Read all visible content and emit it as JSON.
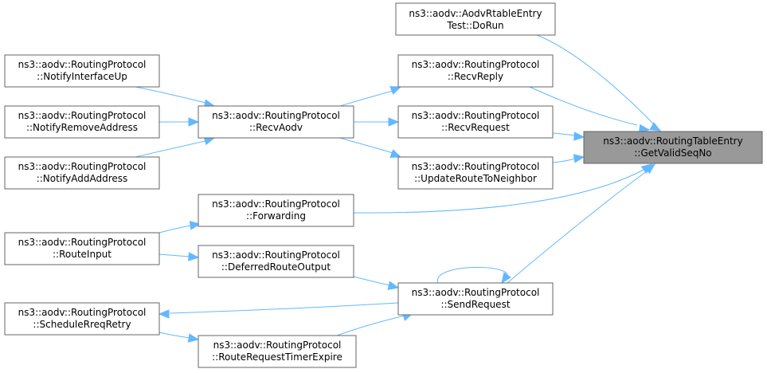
{
  "nodes": {
    "getvalidseqno": {
      "line1": "ns3::aodv::RoutingTableEntry",
      "line2": "::GetValidSeqNo"
    },
    "dorun": {
      "line1": "ns3::aodv::AodvRtableEntry",
      "line2": "Test::DoRun"
    },
    "recvreply": {
      "line1": "ns3::aodv::RoutingProtocol",
      "line2": "::RecvReply"
    },
    "recvrequest": {
      "line1": "ns3::aodv::RoutingProtocol",
      "line2": "::RecvRequest"
    },
    "updateroutetoneighbor": {
      "line1": "ns3::aodv::RoutingProtocol",
      "line2": "::UpdateRouteToNeighbor"
    },
    "recvaodv": {
      "line1": "ns3::aodv::RoutingProtocol",
      "line2": "::RecvAodv"
    },
    "notifyinterfaceup": {
      "line1": "ns3::aodv::RoutingProtocol",
      "line2": "::NotifyInterfaceUp"
    },
    "notifyremoveaddress": {
      "line1": "ns3::aodv::RoutingProtocol",
      "line2": "::NotifyRemoveAddress"
    },
    "notifyaddaddress": {
      "line1": "ns3::aodv::RoutingProtocol",
      "line2": "::NotifyAddAddress"
    },
    "forwarding": {
      "line1": "ns3::aodv::RoutingProtocol",
      "line2": "::Forwarding"
    },
    "routeinput": {
      "line1": "ns3::aodv::RoutingProtocol",
      "line2": "::RouteInput"
    },
    "deferredrouteoutput": {
      "line1": "ns3::aodv::RoutingProtocol",
      "line2": "::DeferredRouteOutput"
    },
    "sendrequest": {
      "line1": "ns3::aodv::RoutingProtocol",
      "line2": "::SendRequest"
    },
    "schedulerreqretry": {
      "line1": "ns3::aodv::RoutingProtocol",
      "line2": "::ScheduleRreqRetry"
    },
    "routerequesttimerexpire": {
      "line1": "ns3::aodv::RoutingProtocol",
      "line2": "::RouteRequestTimerExpire"
    }
  },
  "edges": [
    {
      "from": "dorun",
      "to": "getvalidseqno"
    },
    {
      "from": "recvreply",
      "to": "getvalidseqno"
    },
    {
      "from": "recvrequest",
      "to": "getvalidseqno"
    },
    {
      "from": "updateroutetoneighbor",
      "to": "getvalidseqno"
    },
    {
      "from": "forwarding",
      "to": "getvalidseqno"
    },
    {
      "from": "sendrequest",
      "to": "getvalidseqno"
    },
    {
      "from": "recvaodv",
      "to": "recvreply"
    },
    {
      "from": "recvaodv",
      "to": "recvrequest"
    },
    {
      "from": "recvaodv",
      "to": "updateroutetoneighbor"
    },
    {
      "from": "notifyinterfaceup",
      "to": "recvaodv"
    },
    {
      "from": "notifyremoveaddress",
      "to": "recvaodv"
    },
    {
      "from": "notifyaddaddress",
      "to": "recvaodv"
    },
    {
      "from": "routeinput",
      "to": "forwarding"
    },
    {
      "from": "routeinput",
      "to": "deferredrouteoutput"
    },
    {
      "from": "deferredrouteoutput",
      "to": "sendrequest"
    },
    {
      "from": "sendrequest",
      "to": "sendrequest"
    },
    {
      "from": "sendrequest",
      "to": "schedulerreqretry"
    },
    {
      "from": "schedulerreqretry",
      "to": "routerequesttimerexpire"
    },
    {
      "from": "routerequesttimerexpire",
      "to": "sendrequest"
    }
  ],
  "colors": {
    "edge": "#63b8ff",
    "node_border": "#666666",
    "focus_fill": "#999999"
  }
}
